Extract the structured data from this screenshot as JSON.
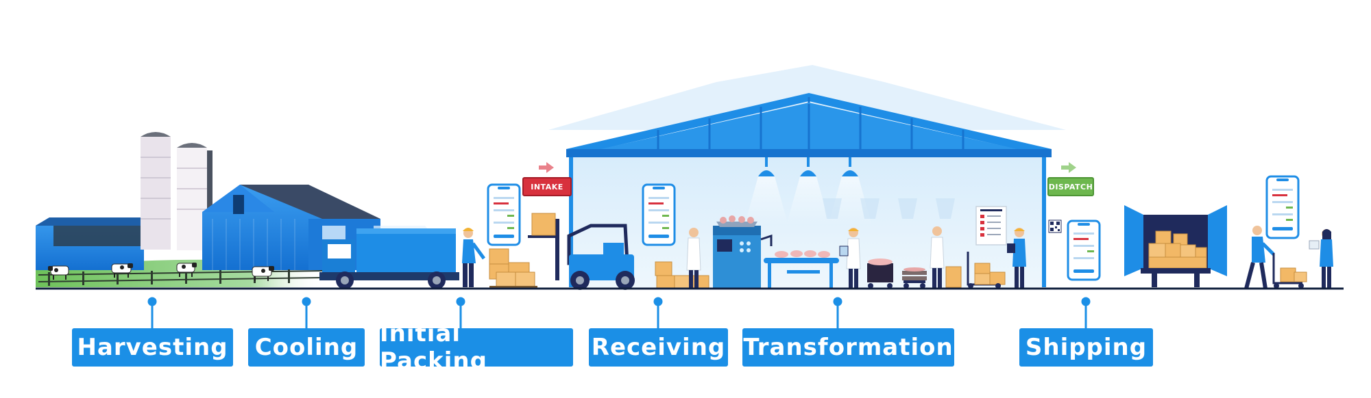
{
  "stages": [
    {
      "label": "Harvesting"
    },
    {
      "label": "Cooling"
    },
    {
      "label": "Initial Packing"
    },
    {
      "label": "Receiving"
    },
    {
      "label": "Transformation"
    },
    {
      "label": "Shipping"
    }
  ],
  "signs": {
    "intake": "INTAKE",
    "dispatch": "DISPATCH"
  },
  "colors": {
    "accent_blue": "#1b8fe6",
    "timeline": "#0f1e3c",
    "intake_red": "#d8313d",
    "dispatch_green": "#6db74e",
    "box_tan": "#f2b866",
    "navy": "#1f2a5c",
    "grass": "#7dc46a"
  }
}
